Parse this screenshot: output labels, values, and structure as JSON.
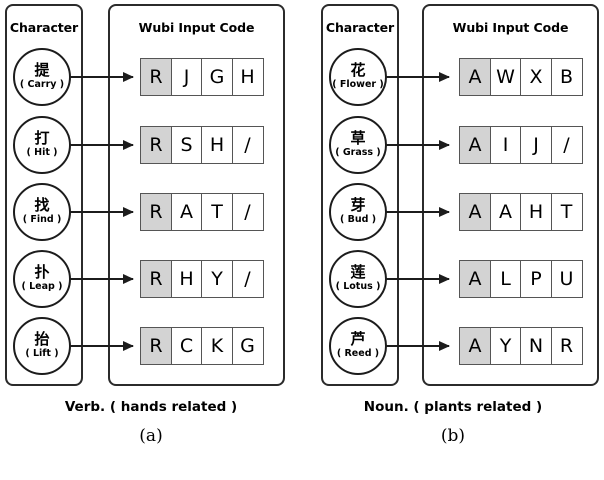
{
  "figure": {
    "panels": [
      {
        "id": "a",
        "char_box_title": "Character",
        "code_box_title": "Wubi Input Code",
        "caption": "Verb. ( hands related )",
        "subcaption": "(a)",
        "rows": [
          {
            "han": "提",
            "gloss": "( Carry )",
            "code": [
              "R",
              "J",
              "G",
              "H"
            ]
          },
          {
            "han": "打",
            "gloss": "( Hit )",
            "code": [
              "R",
              "S",
              "H",
              "/"
            ]
          },
          {
            "han": "找",
            "gloss": "( Find )",
            "code": [
              "R",
              "A",
              "T",
              "/"
            ]
          },
          {
            "han": "扑",
            "gloss": "( Leap )",
            "code": [
              "R",
              "H",
              "Y",
              "/"
            ]
          },
          {
            "han": "抬",
            "gloss": "( Lift )",
            "code": [
              "R",
              "C",
              "K",
              "G"
            ]
          }
        ]
      },
      {
        "id": "b",
        "char_box_title": "Character",
        "code_box_title": "Wubi Input Code",
        "caption": "Noun. ( plants related )",
        "subcaption": "(b)",
        "rows": [
          {
            "han": "花",
            "gloss": "( Flower )",
            "code": [
              "A",
              "W",
              "X",
              "B"
            ]
          },
          {
            "han": "草",
            "gloss": "( Grass )",
            "code": [
              "A",
              "I",
              "J",
              "/"
            ]
          },
          {
            "han": "芽",
            "gloss": "( Bud )",
            "code": [
              "A",
              "A",
              "H",
              "T"
            ]
          },
          {
            "han": "莲",
            "gloss": "( Lotus )",
            "code": [
              "A",
              "L",
              "P",
              "U"
            ]
          },
          {
            "han": "芦",
            "gloss": "( Reed )",
            "code": [
              "A",
              "Y",
              "N",
              "R"
            ]
          }
        ]
      }
    ],
    "colors": {
      "highlight_cell": "#d3d3d3",
      "cell_border": "#555555",
      "box_border": "#2b2b2b",
      "background": "#ffffff"
    }
  }
}
